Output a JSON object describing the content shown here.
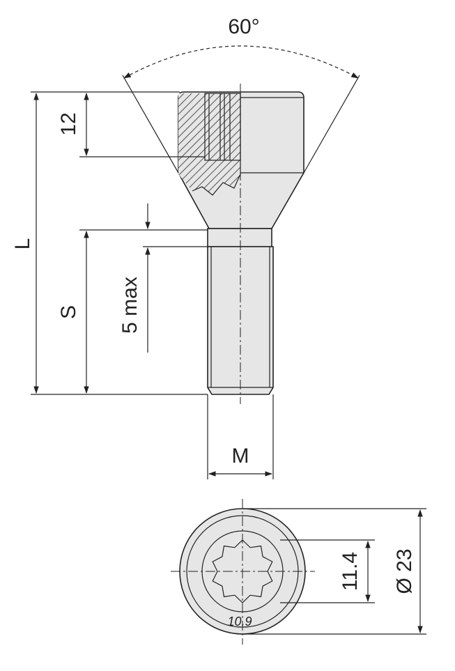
{
  "labels": {
    "angle": "60°",
    "head_height": "12",
    "length": "L",
    "thread_length": "S",
    "unthreaded_max": "5 max",
    "thread_diameter": "M",
    "drive_size": "11.4",
    "head_diameter": "Ø 23",
    "grade_mark": "10.9"
  },
  "colors": {
    "fill": "#e6e6e6",
    "line": "#222222",
    "background": "#ffffff"
  }
}
